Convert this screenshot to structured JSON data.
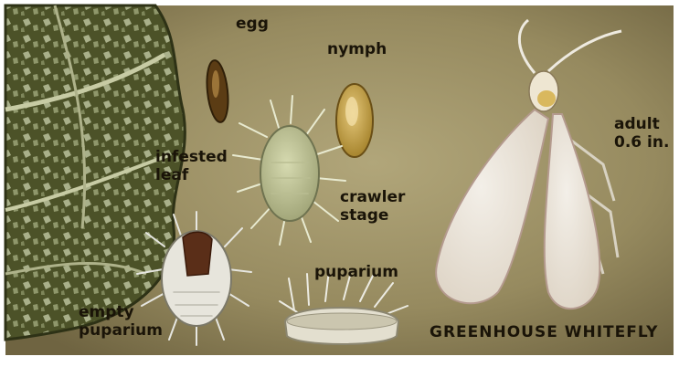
{
  "labels": {
    "egg": "egg",
    "nymph": "nymph",
    "infested_leaf": "infested\nleaf",
    "crawler_stage": "crawler\nstage",
    "puparium": "puparium",
    "empty_puparium": "empty\npuparium",
    "adult": "adult\n0.6 in.",
    "title": "GREENHOUSE WHITEFLY"
  },
  "colors": {
    "background": "#8a7f57",
    "leaf": "#4c5228",
    "frame": "#ffffff",
    "label_text": "#1a1408"
  }
}
